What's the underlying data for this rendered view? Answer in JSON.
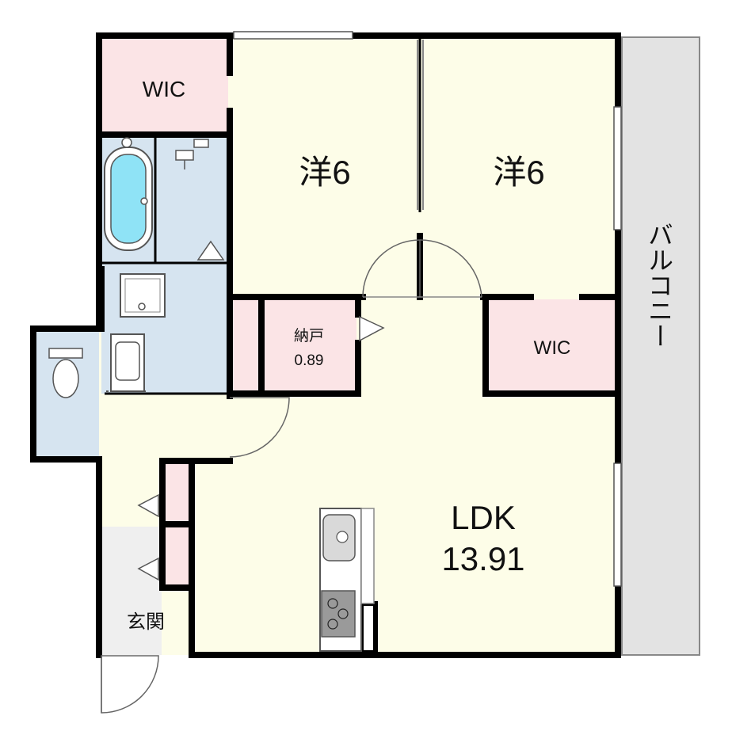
{
  "rooms": {
    "wic_top": {
      "label": "WIC"
    },
    "bedroom_1": {
      "label": "洋6"
    },
    "bedroom_2": {
      "label": "洋6"
    },
    "storage": {
      "label": "納戸",
      "area": "0.89"
    },
    "wic_right": {
      "label": "WIC"
    },
    "ldk": {
      "label": "LDK",
      "area": "13.91"
    },
    "entrance": {
      "label": "玄関"
    }
  },
  "balcony": {
    "label": "バルコニー"
  },
  "colors": {
    "wall": "#000000",
    "living_floor": "#fdfde8",
    "closet_floor": "#fbe4e6",
    "wet_area": "#d6e4f0",
    "entrance_floor": "#efefef",
    "balcony": "#e3e3e3",
    "bathtub_water": "#8fe3f6"
  }
}
